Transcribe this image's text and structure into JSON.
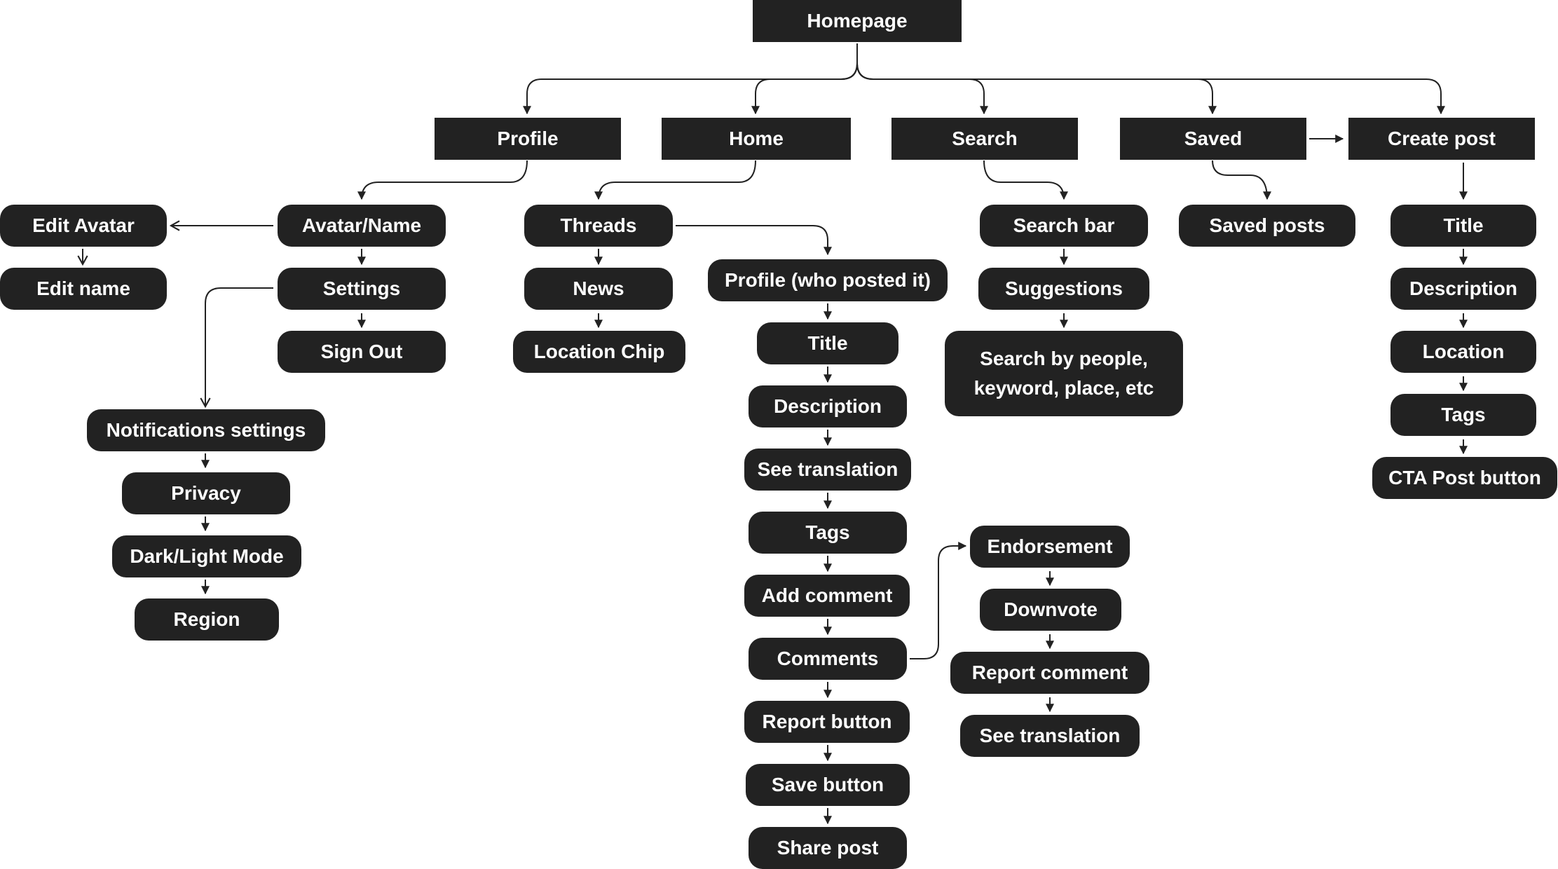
{
  "diagram": {
    "root": {
      "label": "Homepage"
    },
    "sections": {
      "profile": "Profile",
      "home": "Home",
      "search": "Search",
      "saved": "Saved",
      "create_post": "Create post"
    },
    "profile_branch": {
      "avatar_name": "Avatar/Name",
      "settings": "Settings",
      "sign_out": "Sign Out",
      "edit_avatar": "Edit Avatar",
      "edit_name": "Edit name",
      "notifications_settings": "Notifications settings",
      "privacy": "Privacy",
      "dark_light_mode": "Dark/Light Mode",
      "region": "Region"
    },
    "home_branch": {
      "threads": "Threads",
      "news": "News",
      "location_chip": "Location Chip",
      "profile_who_posted": "Profile (who posted it)",
      "title": "Title",
      "description": "Description",
      "see_translation": "See translation",
      "tags": "Tags",
      "add_comment": "Add comment",
      "comments": "Comments",
      "report_button": "Report button",
      "save_button": "Save button",
      "share_post": "Share post"
    },
    "comments_branch": {
      "endorsement": "Endorsement",
      "downvote": "Downvote",
      "report_comment": "Report comment",
      "see_translation": "See translation"
    },
    "search_branch": {
      "search_bar": "Search bar",
      "suggestions": "Suggestions",
      "search_by": "Search by people, keyword, place, etc"
    },
    "saved_branch": {
      "saved_posts": "Saved posts"
    },
    "create_post_branch": {
      "title": "Title",
      "description": "Description",
      "location": "Location",
      "tags": "Tags",
      "cta_post_button": "CTA Post button"
    }
  }
}
